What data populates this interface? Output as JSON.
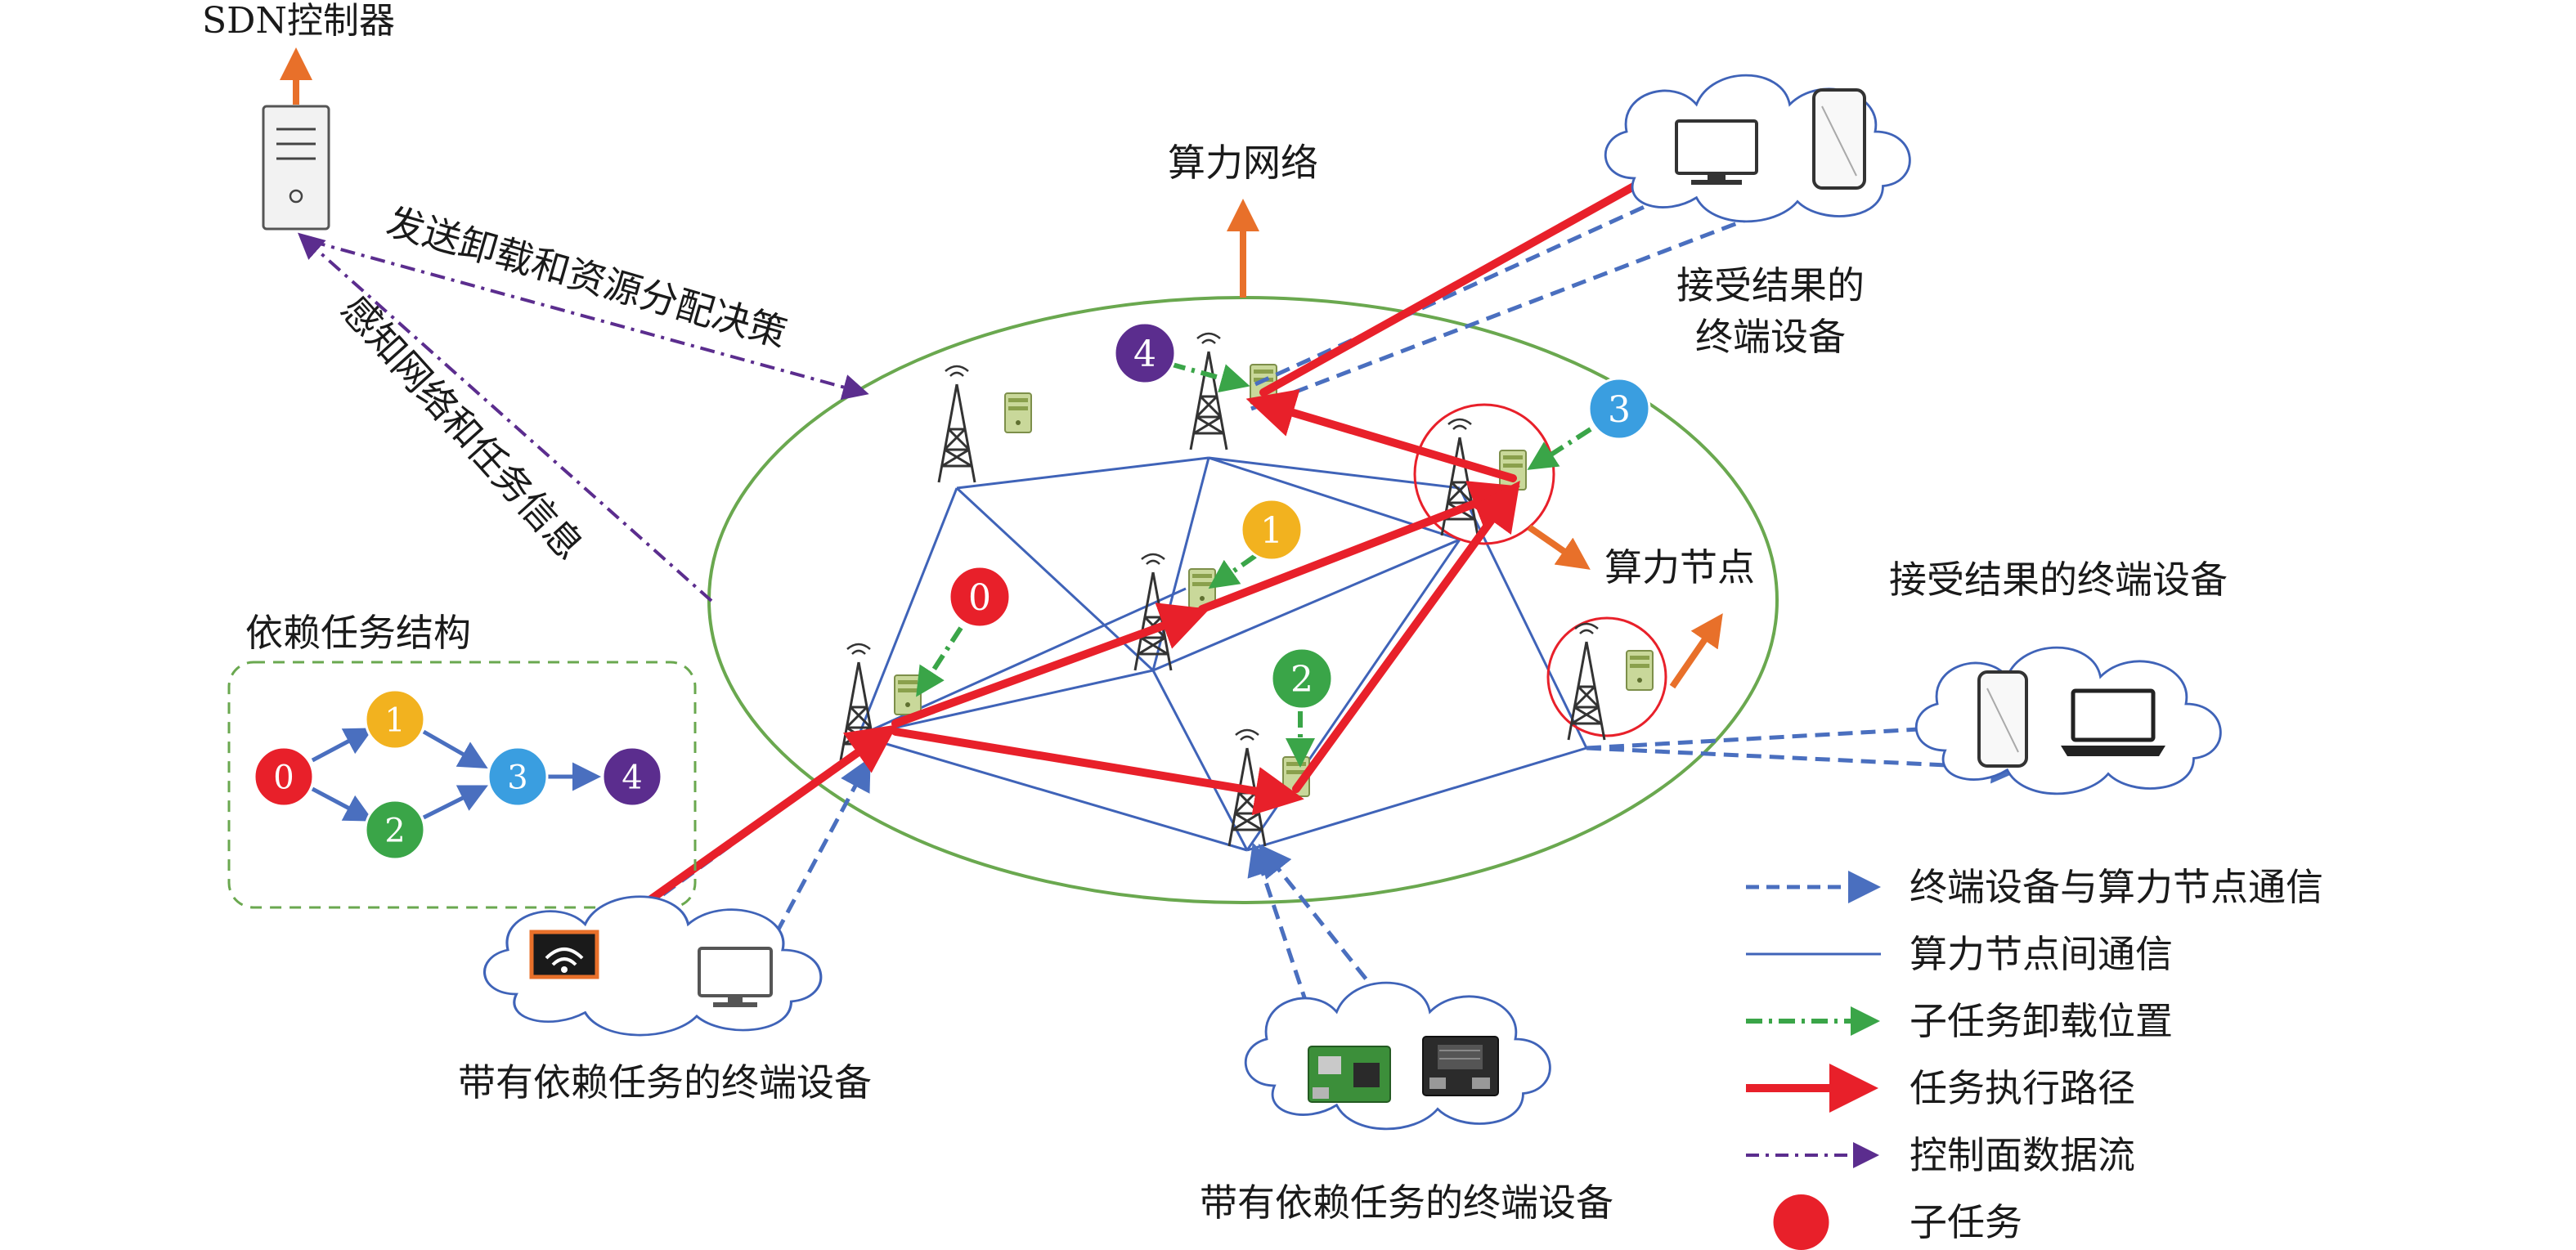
{
  "labels": {
    "controller": "SDN控制器",
    "compute_network": "算力网络",
    "send_decision": "发送卸载和资源分配决策",
    "sense_info": "感知网络和任务信息",
    "receivers_top_line1": "接受结果的",
    "receivers_top_line2": "终端设备",
    "compute_node": "算力节点",
    "receivers_right": "接受结果的终端设备",
    "dep_structure": "依赖任务结构",
    "sender_left": "带有依赖任务的终端设备",
    "sender_bottom": "带有依赖任务的终端设备"
  },
  "dag": {
    "nodes": [
      {
        "id": "0",
        "color": "#e8202a"
      },
      {
        "id": "1",
        "color": "#f2b21f"
      },
      {
        "id": "2",
        "color": "#3aa548"
      },
      {
        "id": "3",
        "color": "#3a9ee0"
      },
      {
        "id": "4",
        "color": "#5b2d8e"
      }
    ]
  },
  "subtasks": [
    {
      "id": "0",
      "color": "#e8202a"
    },
    {
      "id": "1",
      "color": "#f2b21f"
    },
    {
      "id": "2",
      "color": "#3aa548"
    },
    {
      "id": "3",
      "color": "#3a9ee0"
    },
    {
      "id": "4",
      "color": "#5b2d8e"
    }
  ],
  "legend": [
    {
      "label": "终端设备与算力节点通信",
      "style": "blue-dashed-arrow",
      "color": "#4a6fbf"
    },
    {
      "label": "算力节点间通信",
      "style": "blue-solid",
      "color": "#3f63b8"
    },
    {
      "label": "子任务卸载位置",
      "style": "green-dashdot-arrow",
      "color": "#3aa548"
    },
    {
      "label": "任务执行路径",
      "style": "red-thick-arrow",
      "color": "#e8202a"
    },
    {
      "label": "控制面数据流",
      "style": "purple-dashdot-arrow",
      "color": "#5b2d8e"
    },
    {
      "label": "子任务",
      "style": "red-dot",
      "color": "#e8202a"
    }
  ],
  "colors": {
    "ellipse": "#6aa84f",
    "mesh": "#3f63b8",
    "path": "#e8202a",
    "offload": "#3aa548",
    "control": "#5b2d8e",
    "orange": "#e8702a",
    "cloud": "#3f63b8"
  }
}
